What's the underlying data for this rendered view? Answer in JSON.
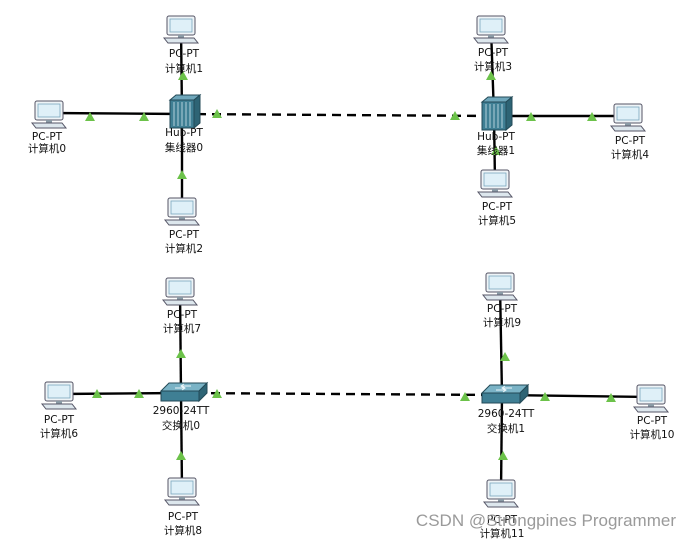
{
  "topology": {
    "nodes": [
      {
        "id": "pc0",
        "type": "pc",
        "model": "PC-PT",
        "name": "计算机0"
      },
      {
        "id": "pc1",
        "type": "pc",
        "model": "PC-PT",
        "name": "计算机1"
      },
      {
        "id": "pc2",
        "type": "pc",
        "model": "PC-PT",
        "name": "计算机2"
      },
      {
        "id": "hub0",
        "type": "hub",
        "model": "Hub-PT",
        "name": "集线器0"
      },
      {
        "id": "hub1",
        "type": "hub",
        "model": "Hub-PT",
        "name": "集线器1"
      },
      {
        "id": "pc3",
        "type": "pc",
        "model": "PC-PT",
        "name": "计算机3"
      },
      {
        "id": "pc4",
        "type": "pc",
        "model": "PC-PT",
        "name": "计算机4"
      },
      {
        "id": "pc5",
        "type": "pc",
        "model": "PC-PT",
        "name": "计算机5"
      },
      {
        "id": "pc6",
        "type": "pc",
        "model": "PC-PT",
        "name": "计算机6"
      },
      {
        "id": "pc7",
        "type": "pc",
        "model": "PC-PT",
        "name": "计算机7"
      },
      {
        "id": "pc8",
        "type": "pc",
        "model": "PC-PT",
        "name": "计算机8"
      },
      {
        "id": "sw0",
        "type": "switch",
        "model": "2960-24TT",
        "name": "交换机0"
      },
      {
        "id": "sw1",
        "type": "switch",
        "model": "2960-24TT",
        "name": "交换机1"
      },
      {
        "id": "pc9",
        "type": "pc",
        "model": "PC-PT",
        "name": "计算机9"
      },
      {
        "id": "pc10",
        "type": "pc",
        "model": "PC-PT",
        "name": "计算机10"
      },
      {
        "id": "pc11",
        "type": "pc",
        "model": "PC-PT",
        "name": "计算机11"
      }
    ],
    "links": [
      {
        "from": "pc0",
        "to": "hub0",
        "style": "solid"
      },
      {
        "from": "pc1",
        "to": "hub0",
        "style": "solid"
      },
      {
        "from": "pc2",
        "to": "hub0",
        "style": "solid"
      },
      {
        "from": "hub0",
        "to": "hub1",
        "style": "dashed"
      },
      {
        "from": "pc3",
        "to": "hub1",
        "style": "solid"
      },
      {
        "from": "pc4",
        "to": "hub1",
        "style": "solid"
      },
      {
        "from": "pc5",
        "to": "hub1",
        "style": "solid"
      },
      {
        "from": "pc6",
        "to": "sw0",
        "style": "solid"
      },
      {
        "from": "pc7",
        "to": "sw0",
        "style": "solid"
      },
      {
        "from": "pc8",
        "to": "sw0",
        "style": "solid"
      },
      {
        "from": "sw0",
        "to": "sw1",
        "style": "dashed"
      },
      {
        "from": "pc9",
        "to": "sw1",
        "style": "solid"
      },
      {
        "from": "pc10",
        "to": "sw1",
        "style": "solid"
      },
      {
        "from": "pc11",
        "to": "sw1",
        "style": "solid"
      }
    ]
  },
  "colors": {
    "link_up": "#6cc24a",
    "cable": "#000000",
    "device": "#3f7f94",
    "screen": "#dff0f8"
  },
  "watermark": "CSDN @Strongpines Programmer"
}
